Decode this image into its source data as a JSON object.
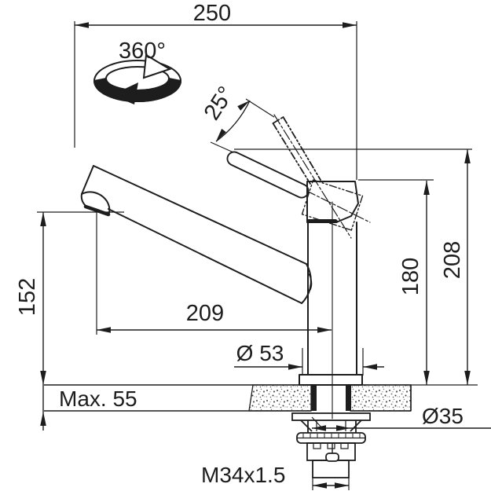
{
  "drawing": {
    "type": "faucet installation technical drawing",
    "colors": {
      "line": "#1d1d1d",
      "background": "#ffffff"
    },
    "dimensions": {
      "top_width": "250",
      "swivel_rotation": "360°",
      "lever_angle": "25°",
      "spout_outlet_height": "152",
      "spout_reach": "209",
      "body_height": "180",
      "total_height": "208",
      "base_diameter": "Ø 53",
      "max_counter_thickness": "Max. 55",
      "hole_diameter": "Ø35",
      "thread_spec": "M34x1.5"
    }
  }
}
